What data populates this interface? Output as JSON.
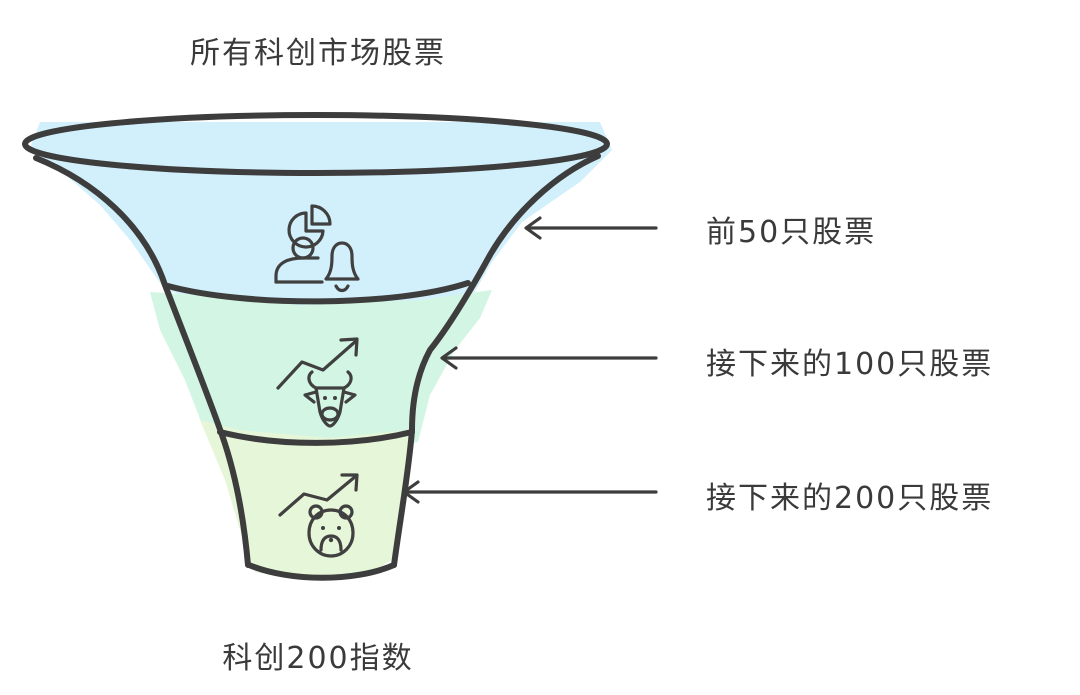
{
  "funnel": {
    "top_label": "所有科创市场股票",
    "bottom_label": "科创200指数",
    "stages": [
      {
        "label": "前50只股票",
        "fill": "#d2f0fb",
        "icon": "pie-chart-person-bell-icon"
      },
      {
        "label": "接下来的100只股票",
        "fill": "#d3f5e4",
        "icon": "trend-arrow-bull-icon"
      },
      {
        "label": "接下来的200只股票",
        "fill": "#e6f6d8",
        "icon": "trend-arrow-bear-icon"
      }
    ]
  }
}
